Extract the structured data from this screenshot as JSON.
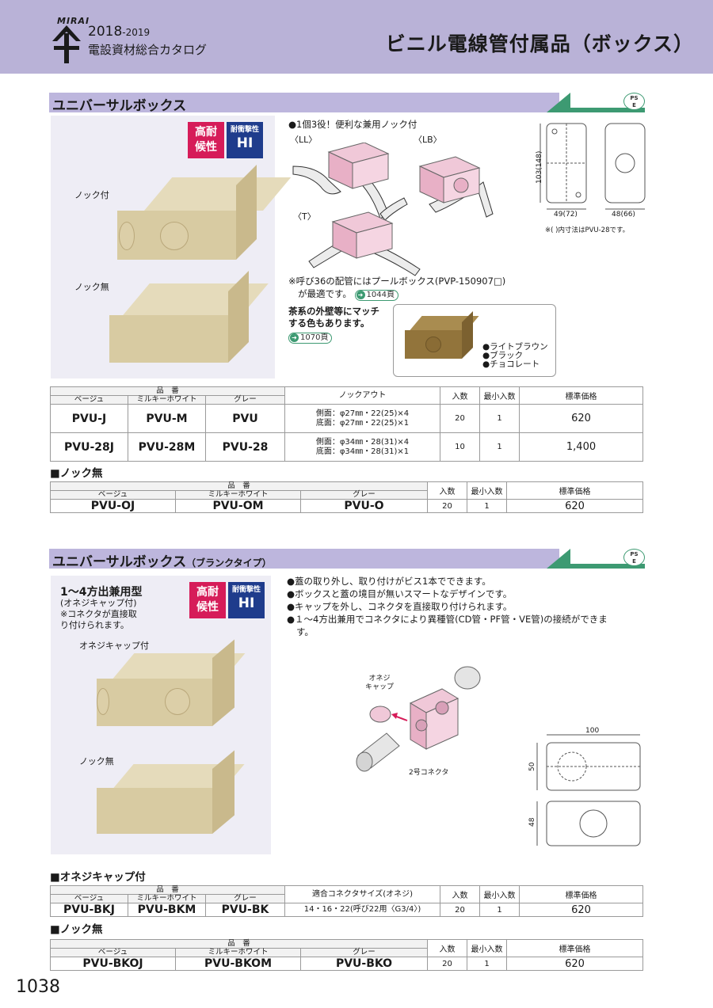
{
  "header": {
    "logo": "MIRAI",
    "year": "2018",
    "year_suffix": "-2019",
    "catalog": "電設資材総合カタログ",
    "title": "ビニル電線管付属品（ボックス）"
  },
  "section1": {
    "title": "ユニバーサルボックス",
    "pse": "PS E",
    "badge_red": [
      "高耐",
      "候性"
    ],
    "badge_blue_top": "耐衝撃性",
    "badge_blue_main": "HI",
    "label_knock": "ノック付",
    "label_noknock": "ノック無",
    "feature": "●1個3役！便利な兼用ノック付",
    "diagram_labels": {
      "ll": "〈LL〉",
      "lb": "〈LB〉",
      "t": "〈T〉"
    },
    "dims": {
      "height": "103(148)",
      "width": "49(72)",
      "depth": "48(66)",
      "note": "※(  )内寸法はPVU-28です。"
    },
    "pool_note_1": "※呼び36の配管にはプールボックス(PVP-150907□)",
    "pool_note_2": "が最適です。",
    "pool_ref": "1044頁",
    "color_note_1": "茶系の外壁等にマッチ",
    "color_note_2": "する色もあります。",
    "color_ref": "1070頁",
    "colors": [
      "●ライトブラウン",
      "●ブラック",
      "●チョコレート"
    ],
    "table": {
      "h_hinban": "品　番",
      "h_beige": "ベージュ",
      "h_milky": "ミルキーホワイト",
      "h_gray": "グレー",
      "h_knockout": "ノックアウト",
      "h_qty": "入数",
      "h_minqty": "最小入数",
      "h_price": "標準価格",
      "rows": [
        {
          "beige": "PVU-J",
          "milky": "PVU-M",
          "gray": "PVU",
          "k1": "側面：φ27㎜・22(25)×4",
          "k2": "底面：φ27㎜・22(25)×1",
          "qty": "20",
          "min": "1",
          "price": "620"
        },
        {
          "beige": "PVU-28J",
          "milky": "PVU-28M",
          "gray": "PVU-28",
          "k1": "側面：φ34㎜・28(31)×4",
          "k2": "底面：φ34㎜・28(31)×1",
          "qty": "10",
          "min": "1",
          "price": "1,400"
        }
      ]
    },
    "sub_noknock": "■ノック無",
    "table2": {
      "h_hinban": "品　番",
      "h_beige": "ベージュ",
      "h_milky": "ミルキーホワイト",
      "h_gray": "グレー",
      "h_qty": "入数",
      "h_minqty": "最小入数",
      "h_price": "標準価格",
      "row": {
        "beige": "PVU-OJ",
        "milky": "PVU-OM",
        "gray": "PVU-O",
        "qty": "20",
        "min": "1",
        "price": "620"
      }
    }
  },
  "section2": {
    "title": "ユニバーサルボックス",
    "title_sub": "（ブランクタイプ）",
    "pse": "PS E",
    "type": "1〜4方出兼用型",
    "type_note": "(オネジキャップ付)",
    "type_note2": "※コネクタが直接取",
    "type_note3": "り付けられます。",
    "badge_red": [
      "高耐",
      "候性"
    ],
    "badge_blue_top": "耐衝撃性",
    "badge_blue_main": "HI",
    "label_cap": "オネジキャップ付",
    "label_noknock": "ノック無",
    "features": [
      "●蓋の取り外し、取り付けがビス1本でできます。",
      "●ボックスと蓋の境目が無いスマートなデザインです。",
      "●キャップを外し、コネクタを直接取り付けられます。",
      "●１〜4方出兼用でコネクタにより異種管(CD管・PF管・VE管)の接続ができま",
      "す。"
    ],
    "diagram": {
      "cap1": "オネジ",
      "cap2": "キャップ",
      "connector": "2号コネクタ"
    },
    "dims": {
      "w": "100",
      "h": "50",
      "d": "48"
    },
    "sub_cap": "■オネジキャップ付",
    "table": {
      "h_hinban": "品　番",
      "h_beige": "ベージュ",
      "h_milky": "ミルキーホワイト",
      "h_gray": "グレー",
      "h_conn": "適合コネクタサイズ(オネジ)",
      "h_qty": "入数",
      "h_minqty": "最小入数",
      "h_price": "標準価格",
      "row": {
        "beige": "PVU-BKJ",
        "milky": "PVU-BKM",
        "gray": "PVU-BK",
        "conn": "14・16・22(呼び22用〈G3/4〉)",
        "qty": "20",
        "min": "1",
        "price": "620"
      }
    },
    "sub_noknock": "■ノック無",
    "table2": {
      "h_hinban": "品　番",
      "h_beige": "ベージュ",
      "h_milky": "ミルキーホワイト",
      "h_gray": "グレー",
      "h_qty": "入数",
      "h_minqty": "最小入数",
      "h_price": "標準価格",
      "row": {
        "beige": "PVU-BKOJ",
        "milky": "PVU-BKOM",
        "gray": "PVU-BKO",
        "qty": "20",
        "min": "1",
        "price": "620"
      }
    }
  },
  "page_number": "1038",
  "colors": {
    "header": "#b9b2d7",
    "accent_green": "#3d9a72",
    "badge_red": "#d61c59",
    "badge_blue": "#1f3c8c",
    "box_pink": "#f0c8d8"
  }
}
